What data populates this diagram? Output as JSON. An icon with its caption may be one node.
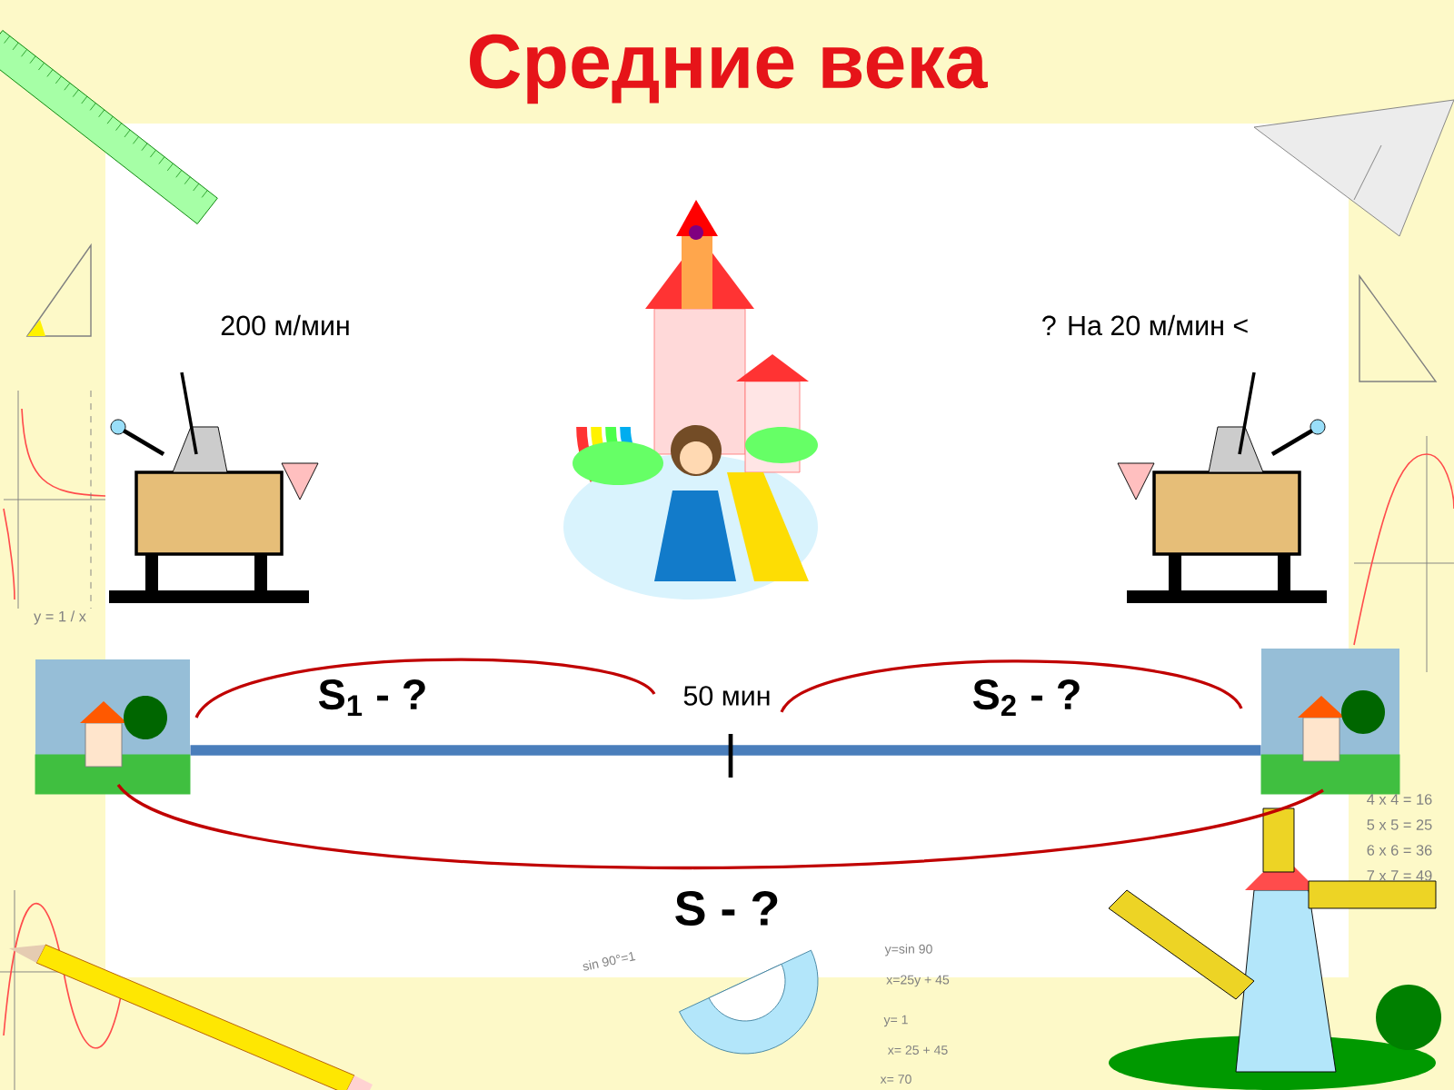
{
  "diagram": {
    "title": "Средние века",
    "nodes": [
      {
        "text": [],
        "shape": "picture"
      },
      {
        "text": [],
        "shape": "picture"
      }
    ],
    "edges": [
      {
        "from": 0,
        "to": 1,
        "arrow": "none"
      }
    ],
    "labels": [
      "200 м/мин",
      "? На 20 м/мин <",
      "S$_{1}$ - ?",
      "50 мин",
      "S$_{2}$ - ?",
      "S - ?",
      "y = 1 / x",
      "4 x 4 = 16",
      "5 x 5 = 25",
      "6 x 6 = 36",
      "7 x 7 = 49",
      "sin 90°=1",
      "y=sin 90",
      "x=25y + 45",
      "y= 1",
      "x= 25 + 45",
      "x= 70"
    ]
  }
}
